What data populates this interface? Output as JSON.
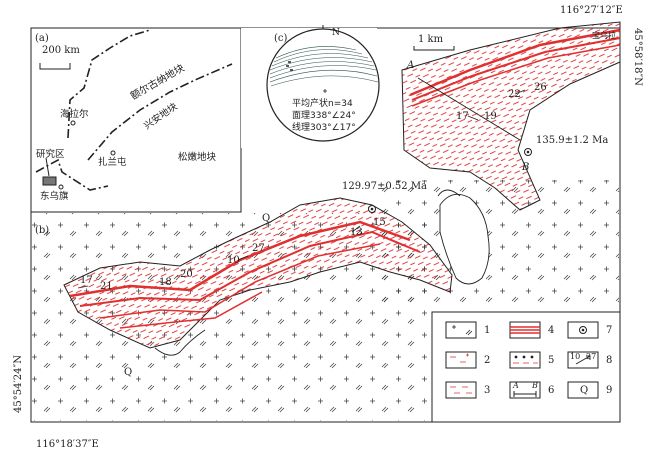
{
  "coords": {
    "top_right_lon": "116°27′12″E",
    "right_lat": "45°58′18″N",
    "left_lat": "45°54′24″N",
    "bottom_left_lon": "116°18′37″E"
  },
  "panel_a": {
    "label": "(a)",
    "scale": "200 km",
    "regions": [
      "额尔古纳地块",
      "兴安地块",
      "松嫩地块"
    ],
    "places": [
      "海拉尔",
      "扎兰屯",
      "研究区",
      "东乌旗"
    ]
  },
  "panel_b": {
    "label": "(b)",
    "scale": "1 km",
    "section_start": "A",
    "section_end": "B",
    "ages": [
      "135.9±1.2 Ma",
      "129.97±0.52 Ma"
    ],
    "quaternary": "Q",
    "orientation_labels": [
      "22",
      "26",
      "17",
      "19",
      "10",
      "27",
      "13",
      "15",
      "17",
      "21",
      "18",
      "20"
    ],
    "village": "宝乌拉"
  },
  "panel_c": {
    "label": "(c)",
    "north": "N",
    "lines": [
      "平均产状n=34",
      "面理338°∠24°",
      "线理303°∠17°"
    ]
  },
  "legend": {
    "items": [
      "1",
      "2",
      "3",
      "4",
      "5",
      "6",
      "7",
      "8",
      "9"
    ],
    "sym8_a": "10",
    "sym8_b": "27",
    "sym6_a": "A",
    "sym6_b": "B",
    "sym9": "Q"
  }
}
